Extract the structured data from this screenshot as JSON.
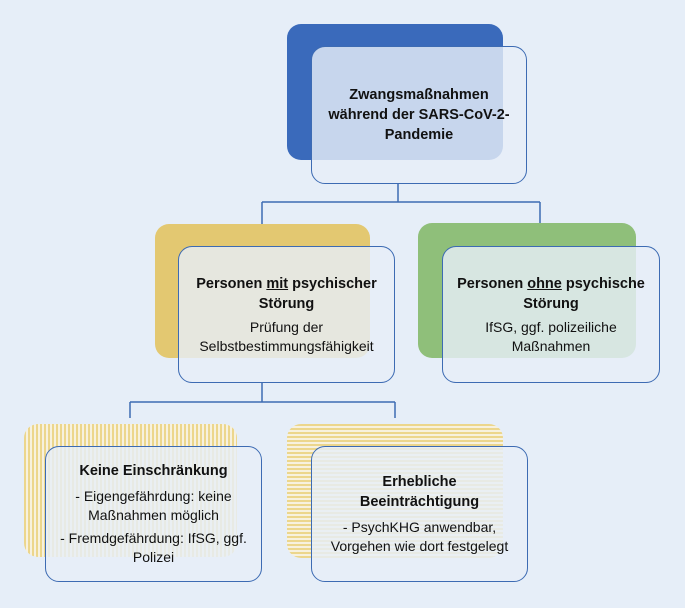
{
  "colors": {
    "background": "#e6eef8",
    "root_accent": "#3a6abb",
    "with_disorder_accent": "#e3c871",
    "without_disorder_accent": "#8fbf7a",
    "stripe_accent": "#ecd68c",
    "border": "#3d6bb3"
  },
  "root": {
    "title": "Zwangsmaßnahmen während der SARS-CoV-2-Pandemie"
  },
  "with_disorder": {
    "title_before": "Personen ",
    "title_emph": "mit",
    "title_after": " psychischer Störung",
    "body": "Prüfung der Selbstbestimmungsfähigkeit"
  },
  "without_disorder": {
    "title_before": "Personen ",
    "title_emph": "ohne",
    "title_after": " psychische Störung",
    "body": "IfSG, ggf. polizeiliche Maßnahmen"
  },
  "no_restriction": {
    "title": "Keine Einschränkung",
    "item1": "- Eigengefährdung: keine Maßnahmen möglich",
    "item2": "- Fremdgefährdung: IfSG, ggf. Polizei"
  },
  "significant_impairment": {
    "title": "Erhebliche Beeinträchtigung",
    "body": "- PsychKHG anwendbar, Vorgehen wie dort festgelegt"
  }
}
